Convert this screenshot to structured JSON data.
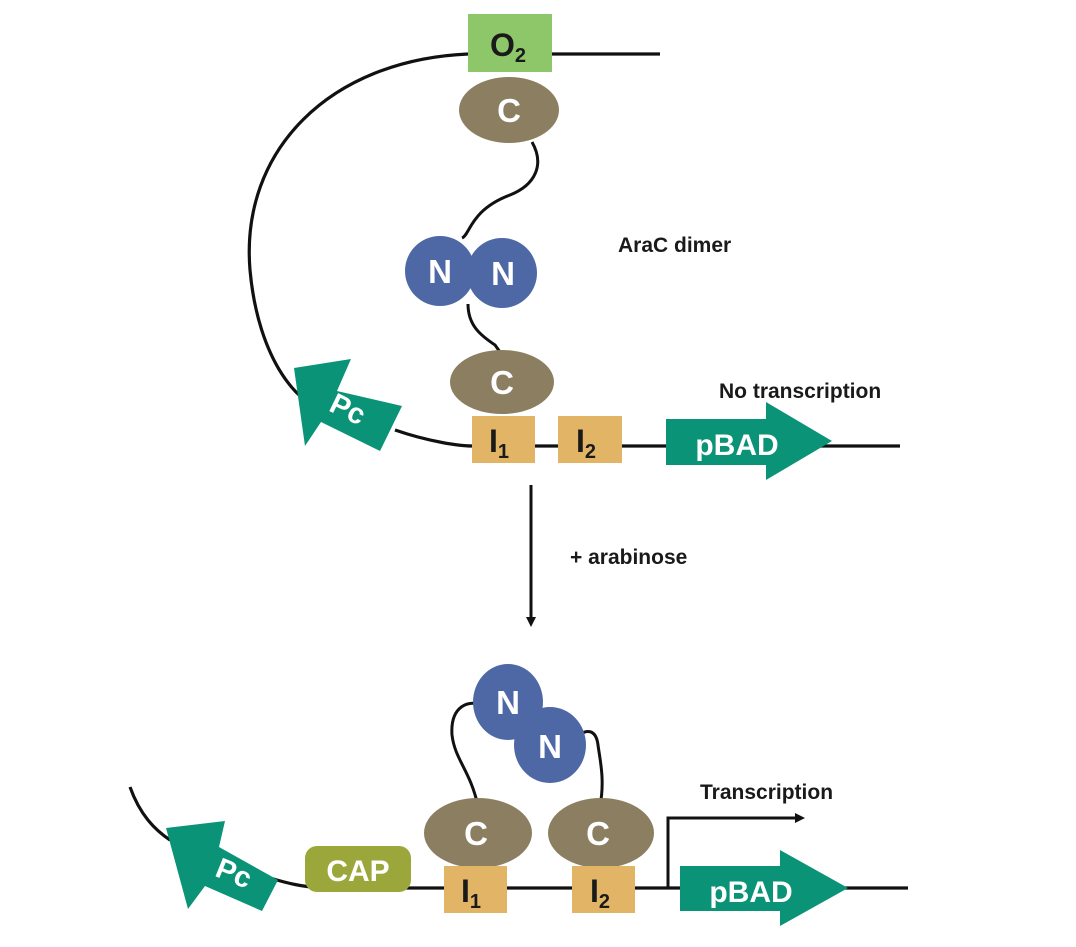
{
  "colors": {
    "c_domain": "#8c7f61",
    "n_domain": "#4d68a4",
    "operator_site": "#e1b466",
    "o2_site": "#8ec66a",
    "promoter_arrow": "#0b9377",
    "cap": "#9ba73b",
    "dna": "#111111"
  },
  "top_panel": {
    "o2_label": "O",
    "o2_sub": "2",
    "c_domain_1": "C",
    "c_domain_2": "C",
    "n_domain_1": "N",
    "n_domain_2": "N",
    "protein_label": "AraC dimer",
    "pc_label": "Pc",
    "i1_label": "I",
    "i1_sub": "1",
    "i2_label": "I",
    "i2_sub": "2",
    "pbad_label": "pBAD",
    "status": "No transcription"
  },
  "transition": {
    "label": "+ arabinose"
  },
  "bottom_panel": {
    "n_domain_1": "N",
    "n_domain_2": "N",
    "c_domain_1": "C",
    "c_domain_2": "C",
    "pc_label": "Pc",
    "cap_label": "CAP",
    "i1_label": "I",
    "i1_sub": "1",
    "i2_label": "I",
    "i2_sub": "2",
    "pbad_label": "pBAD",
    "status": "Transcription"
  }
}
